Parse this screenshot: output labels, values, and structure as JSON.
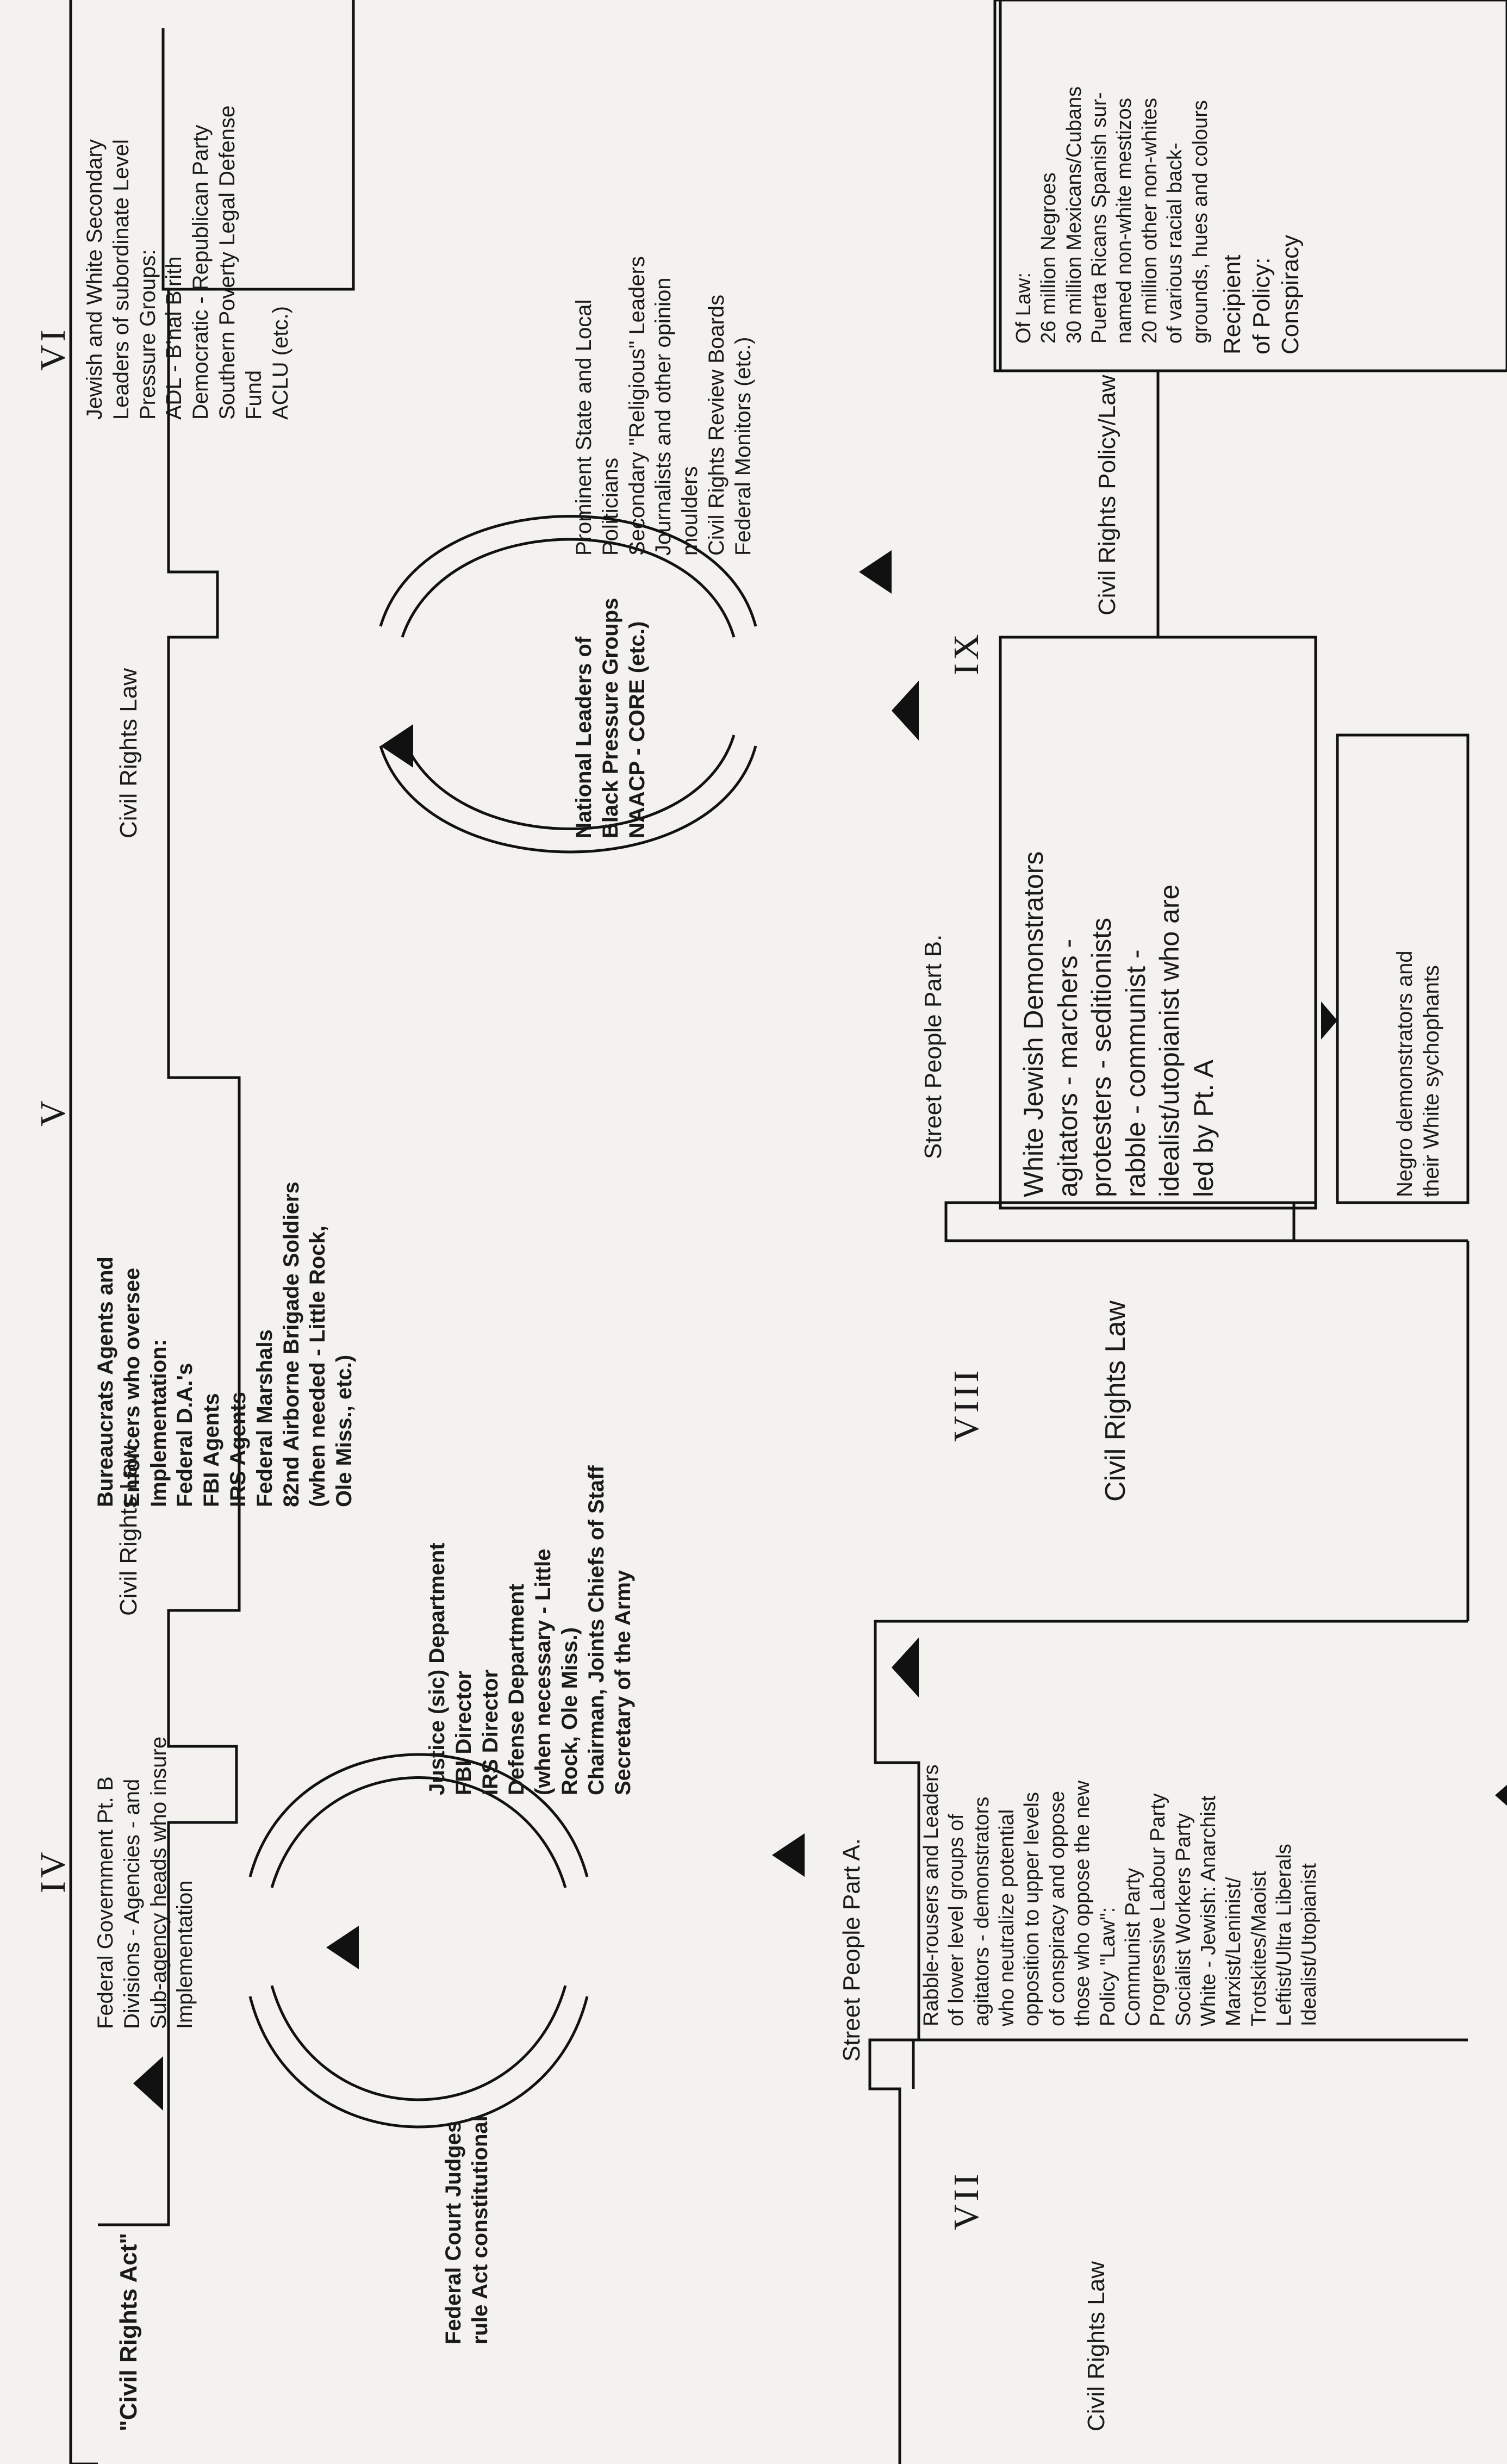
{
  "roman_numerals": {
    "iv": "IV",
    "v": "V",
    "vi": "VI",
    "vii": "VII",
    "viii": "VIII",
    "ix": "IX"
  },
  "labels": {
    "civil_rights_act": "\"Civil Rights Act\"",
    "civil_rights_law": "Civil Rights Law",
    "civil_rights_policy_law": "Civil Rights Policy/Law"
  },
  "top": {
    "federal_gov": "Federal Government Pt. B\nDivisions - Agencies - and\nSub-agency heads who insure\nImplementation",
    "bureaucrats": "Bureaucrats Agents and\nEnforcers who oversee\nImplementation:\nFederal D.A.'s\nFBI Agents\nIRS Agents\nFederal Marshals\n82nd Airborne Brigade Soldiers\n(when needed - Little Rock,\nOle Miss., etc.)",
    "jewish_white": "Jewish and White Secondary\nLeaders of subordinate Level\nPressure Groups:\nADL - B'nai B'rith\nDemocratic - Republican Party\nSouthern Poverty Legal Defense\nFund\nACLU (etc.)"
  },
  "middle": {
    "federal_court": "Federal Court Judges\nrule Act constitutional",
    "justice": "Justice (sic) Department\nFBI Director\nIRS Director\nDefense Department\n(when necessary - Little\nRock, Ole Miss.)\nChairman, Joints Chiefs of Staff\nSecretary of the Army",
    "national_leaders": "National Leaders of\nBlack Pressure Groups\nNAACP - CORE (etc.)",
    "prominent": "Prominent State and Local\nPoliticians\nSecondary \"Religious\" Leaders\nJournalists and other opinion\nmoulders\nCivil Rights Review Boards\nFederal Monitors (etc.)"
  },
  "street": {
    "part_a": "Street People Part A.",
    "part_b": "Street People Part B."
  },
  "bottom": {
    "rabble": "Rabble-rousers and Leaders\nof lower level groups of\nagitators - demonstrators\nwho neutralize potential\nopposition to upper levels\nof conspiracy and oppose\nthose who oppose the new\nPolicy \"Law\":\nCommunist Party\nProgressive Labour Party\nSocialist Workers Party\nWhite - Jewish: Anarchist\nMarxist/Leninist/\nTrotskites/Maoist\nLeftist/Ultra Liberals\nIdealist/Utopianist",
    "white_jewish": "White Jewish Demonstrators\nagitators - marchers -\nprotesters - seditionists\nrabble - communist -\nidealist/utopianist who are\nled by Pt. A",
    "negro": "Negro demonstrators and\ntheir White sychophants",
    "recipient": "Recipient\nof Policy:\nConspiracy",
    "of_law": "Of Law:\n26 million Negroes\n30 million Mexicans/Cubans\nPuerta Ricans Spanish sur-\nnamed non-white mestizos\n20 million other non-whites\nof various racial back-\ngrounds, hues and colours"
  }
}
